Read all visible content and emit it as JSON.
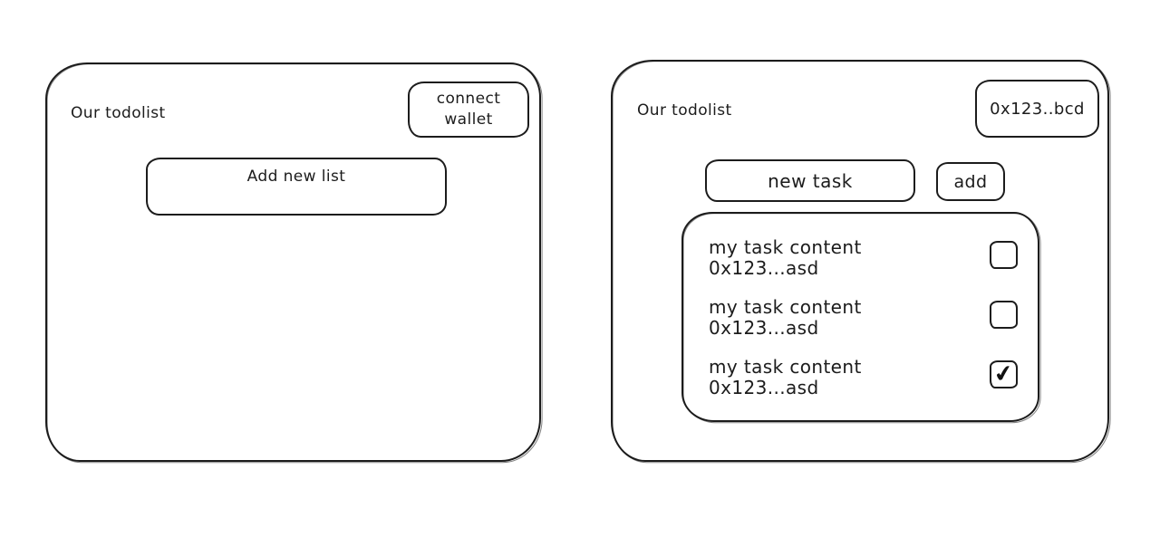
{
  "colors": {
    "ink": "#1c1c1c",
    "background": "#ffffff"
  },
  "left_panel": {
    "title": "Our todolist",
    "connect_wallet_label": "connect\nwallet",
    "add_new_list_label": "Add new list"
  },
  "right_panel": {
    "title": "Our todolist",
    "wallet_address_label": "0x123..bcd",
    "new_task_placeholder": "new task",
    "add_button_label": "add",
    "tasks": [
      {
        "content": "my task content",
        "address": "0x123...asd",
        "checked": false,
        "check_glyph": ""
      },
      {
        "content": "my task content",
        "address": "0x123...asd",
        "checked": false,
        "check_glyph": ""
      },
      {
        "content": "my task content",
        "address": "0x123...asd",
        "checked": true,
        "check_glyph": "✔"
      }
    ]
  }
}
